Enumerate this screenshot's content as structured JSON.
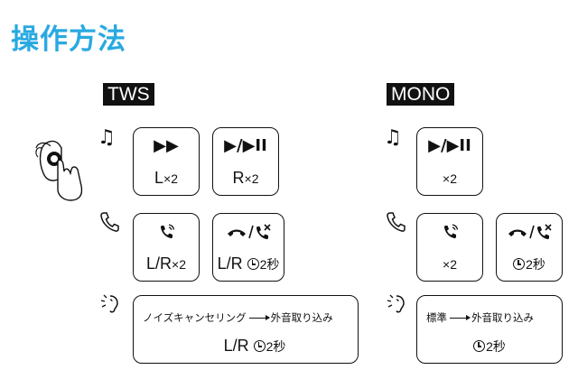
{
  "title": "操作方法",
  "tws": {
    "badge": "TWS",
    "music": [
      {
        "symbol": "▶▶",
        "label": "L",
        "count": "×2"
      },
      {
        "symbol": "▶/▶II",
        "label": "R",
        "count": "×2"
      }
    ],
    "call": [
      {
        "label": "L/R",
        "count": "×2"
      },
      {
        "label": "L/R",
        "hold": "2秒"
      }
    ],
    "anc": {
      "text": "ノイズキャンセリング",
      "text2": "外音取り込み",
      "label": "L/R",
      "hold": "2秒"
    }
  },
  "mono": {
    "badge": "MONO",
    "music": [
      {
        "symbol": "▶/▶II",
        "count": "×2"
      }
    ],
    "call": [
      {
        "count": "×2"
      },
      {
        "hold": "2秒"
      }
    ],
    "anc": {
      "text": "標準",
      "text2": "外音取り込み",
      "hold": "2秒"
    }
  },
  "icons": [
    "music-note-icon",
    "phone-icon",
    "ambient-sound-icon",
    "earbud-touch-icon",
    "phone-answer-icon",
    "phone-reject-icon",
    "clock-icon"
  ]
}
